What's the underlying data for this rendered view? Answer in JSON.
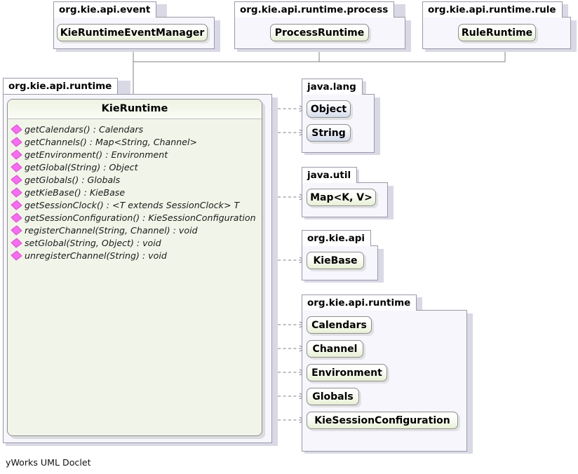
{
  "diagram": {
    "kind": "uml-class-diagram",
    "footer": "yWorks UML Doclet",
    "colors": {
      "background": "#ffffff",
      "package_body": "#f6f6fc",
      "package_border": "#9a9aa8",
      "interface_fill": "#e7efd5",
      "class_fill": "#d3dceb",
      "bigclass_fill": "#f1f5e9",
      "edge": "#808080",
      "method_icon": "#f46ef0",
      "shadow": "#d9d9e6"
    }
  },
  "packages": [
    {
      "id": "pkg-event",
      "name": "org.kie.api.event",
      "types": [
        {
          "id": "KieRuntimeEventManager",
          "name": "KieRuntimeEventManager",
          "stereotype": "interface"
        }
      ]
    },
    {
      "id": "pkg-process",
      "name": "org.kie.api.runtime.process",
      "types": [
        {
          "id": "ProcessRuntime",
          "name": "ProcessRuntime",
          "stereotype": "interface"
        }
      ]
    },
    {
      "id": "pkg-rule",
      "name": "org.kie.api.runtime.rule",
      "types": [
        {
          "id": "RuleRuntime",
          "name": "RuleRuntime",
          "stereotype": "interface"
        }
      ]
    },
    {
      "id": "pkg-runtime-main",
      "name": "org.kie.api.runtime",
      "types": [
        {
          "id": "KieRuntime",
          "name": "KieRuntime",
          "stereotype": "interface"
        }
      ]
    },
    {
      "id": "pkg-java-lang",
      "name": "java.lang",
      "types": [
        {
          "id": "Object",
          "name": "Object",
          "stereotype": "class"
        },
        {
          "id": "String",
          "name": "String",
          "stereotype": "class"
        }
      ]
    },
    {
      "id": "pkg-java-util",
      "name": "java.util",
      "types": [
        {
          "id": "Map",
          "name": "Map<K, V>",
          "stereotype": "interface"
        }
      ]
    },
    {
      "id": "pkg-kie-api",
      "name": "org.kie.api",
      "types": [
        {
          "id": "KieBase",
          "name": "KieBase",
          "stereotype": "interface"
        }
      ]
    },
    {
      "id": "pkg-runtime-right",
      "name": "org.kie.api.runtime",
      "types": [
        {
          "id": "Calendars",
          "name": "Calendars",
          "stereotype": "interface"
        },
        {
          "id": "Channel",
          "name": "Channel",
          "stereotype": "interface"
        },
        {
          "id": "Environment",
          "name": "Environment",
          "stereotype": "interface"
        },
        {
          "id": "Globals",
          "name": "Globals",
          "stereotype": "interface"
        },
        {
          "id": "KieSessionConfiguration",
          "name": "KieSessionConfiguration",
          "stereotype": "interface"
        }
      ]
    }
  ],
  "focus_class": {
    "name": "KieRuntime",
    "package": "org.kie.api.runtime",
    "stereotype": "interface",
    "members": [
      {
        "visibility": "public",
        "icon": "public-method-icon",
        "text": "getCalendars() : Calendars"
      },
      {
        "visibility": "public",
        "icon": "public-method-icon",
        "text": "getChannels() : Map<String, Channel>"
      },
      {
        "visibility": "public",
        "icon": "public-method-icon",
        "text": "getEnvironment() : Environment"
      },
      {
        "visibility": "public",
        "icon": "public-method-icon",
        "text": "getGlobal(String) : Object"
      },
      {
        "visibility": "public",
        "icon": "public-method-icon",
        "text": "getGlobals() : Globals"
      },
      {
        "visibility": "public",
        "icon": "public-method-icon",
        "text": "getKieBase() : KieBase"
      },
      {
        "visibility": "public",
        "icon": "public-method-icon",
        "text": "getSessionClock() : <T extends SessionClock> T"
      },
      {
        "visibility": "public",
        "icon": "public-method-icon",
        "text": "getSessionConfiguration() : KieSessionConfiguration"
      },
      {
        "visibility": "public",
        "icon": "public-method-icon",
        "text": "registerChannel(String, Channel) : void"
      },
      {
        "visibility": "public",
        "icon": "public-method-icon",
        "text": "setGlobal(String, Object) : void"
      },
      {
        "visibility": "public",
        "icon": "public-method-icon",
        "text": "unregisterChannel(String) : void"
      }
    ]
  },
  "relationships": [
    {
      "type": "generalization",
      "from": "KieRuntime",
      "to": "KieRuntimeEventManager",
      "style": "solid-hollow-triangle"
    },
    {
      "type": "generalization",
      "from": "KieRuntime",
      "to": "ProcessRuntime",
      "style": "solid-hollow-triangle"
    },
    {
      "type": "generalization",
      "from": "KieRuntime",
      "to": "RuleRuntime",
      "style": "solid-hollow-triangle"
    },
    {
      "type": "dependency",
      "from": "KieRuntime",
      "to": "Object",
      "style": "dashed-open-arrow"
    },
    {
      "type": "dependency",
      "from": "KieRuntime",
      "to": "String",
      "style": "dashed-open-arrow"
    },
    {
      "type": "dependency",
      "from": "KieRuntime",
      "to": "Map",
      "style": "dashed-open-arrow"
    },
    {
      "type": "dependency",
      "from": "KieRuntime",
      "to": "KieBase",
      "style": "dashed-open-arrow"
    },
    {
      "type": "dependency",
      "from": "KieRuntime",
      "to": "Calendars",
      "style": "dashed-open-arrow"
    },
    {
      "type": "dependency",
      "from": "KieRuntime",
      "to": "Channel",
      "style": "dashed-open-arrow"
    },
    {
      "type": "dependency",
      "from": "KieRuntime",
      "to": "Environment",
      "style": "dashed-open-arrow"
    },
    {
      "type": "dependency",
      "from": "KieRuntime",
      "to": "Globals",
      "style": "dashed-open-arrow"
    },
    {
      "type": "dependency",
      "from": "KieRuntime",
      "to": "KieSessionConfiguration",
      "style": "dashed-open-arrow"
    }
  ]
}
